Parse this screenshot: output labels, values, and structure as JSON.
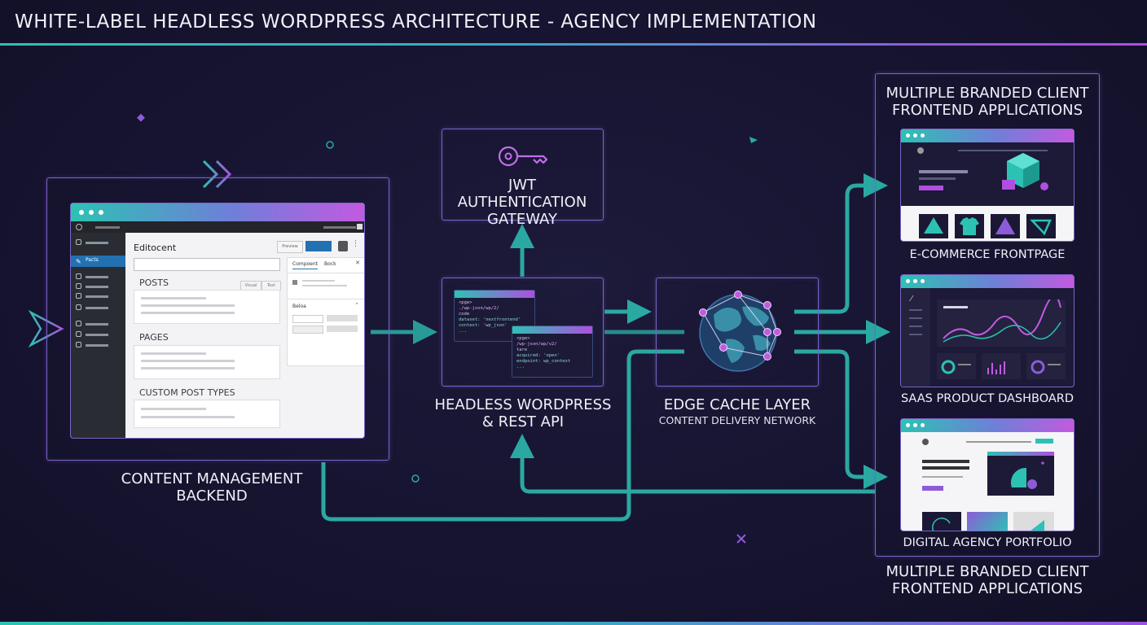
{
  "title": "WHITE-LABEL HEADLESS WORDPRESS ARCHITECTURE - AGENCY IMPLEMENTATION",
  "colors": {
    "background": "#15132b",
    "accent_cyan": "#2cc2b3",
    "accent_magenta": "#b04ee0",
    "flow_teal": "#2aa9a2"
  },
  "backend": {
    "label_line1": "CONTENT MANAGEMENT",
    "label_line2": "BACKEND",
    "editor": {
      "title": "Editocent",
      "preview_button": "Preview",
      "tab_component": "Compoent",
      "tab_block": "Bock",
      "sidebar_section": "Beloa",
      "posts": "POSTS",
      "tab_visual": "Visual",
      "tab_text": "Text",
      "pages": "PAGES",
      "custom_post_types": "CUSTOM POST TYPES",
      "side_first_item": "Pacts"
    }
  },
  "auth": {
    "line1": "JWT AUTHENTICATION",
    "line2": "GATEWAY",
    "icon": "key-icon"
  },
  "api": {
    "line1": "HEADLESS WORDPRESS",
    "line2": "& REST API",
    "code1": [
      "<pge>",
      " ./wp-json/wp/2/",
      " code",
      "  dataset: 'nextfrontend'",
      "  context: 'wp_json'",
      " ..."
    ],
    "code2": [
      "<pge>",
      " /wp-json/wp/v2/",
      " tare",
      "  acquired: 'open'",
      "  endpoint: wp_context",
      " ..."
    ]
  },
  "cache": {
    "line1": "EDGE CACHE LAYER",
    "line2": "CONTENT DELIVERY NETWORK",
    "icon": "globe-icon"
  },
  "frontends": {
    "header_line1": "MULTIPLE BRANDED CLIENT",
    "header_line2": "FRONTEND APPLICATIONS",
    "apps": [
      "E-COMMERCE FRONTPAGE",
      "SAAS PRODUCT DASHBOARD",
      "DIGITAL AGENCY PORTFOLIO"
    ],
    "footer_line1": "MULTIPLE BRANDED CLIENT",
    "footer_line2": "FRONTEND APPLICATIONS"
  }
}
